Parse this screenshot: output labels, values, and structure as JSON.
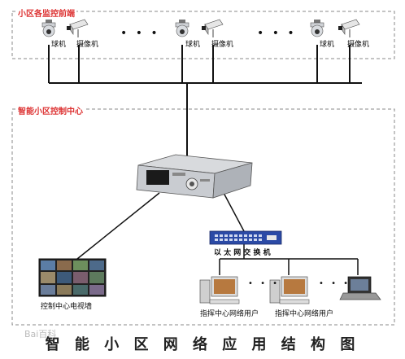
{
  "top_zone": {
    "title": "小区各监控前端"
  },
  "camera_groups": [
    {
      "dome_label": "球机",
      "box_label": "摄像机"
    },
    {
      "dome_label": "球机",
      "box_label": "摄像机"
    },
    {
      "dome_label": "球机",
      "box_label": "摄像机"
    }
  ],
  "ellipsis": "• • •",
  "small_ellipsis": "• • •",
  "control_zone": {
    "title": "智能小区控制中心",
    "tv_wall_label": "控制中心电视墙",
    "switch_label": "以 太 网 交 换 机",
    "user_labels": [
      "指挥中心网络用户",
      "指挥中心网络用户"
    ]
  },
  "diagram_title": "智 能 小 区 网 络 应 用 结 构 图",
  "watermark": "Bai百科",
  "colors": {
    "zone_border": "#888888",
    "zone_title": "#dd3333",
    "wire": "#111111",
    "switch_blue": "#2b4aa6"
  },
  "icons": [
    "dome-camera-icon",
    "box-camera-icon",
    "dvr-icon",
    "tv-wall-icon",
    "network-switch-icon",
    "desktop-pc-icon",
    "laptop-icon"
  ]
}
